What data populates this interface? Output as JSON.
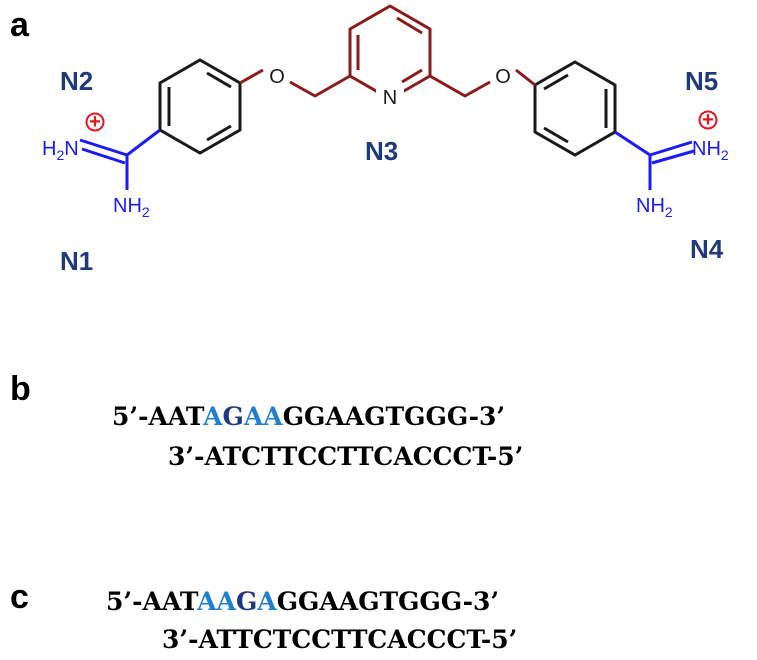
{
  "panels": {
    "a": "a",
    "b": "b",
    "c": "c"
  },
  "molecule": {
    "site_labels": {
      "n1": "N1",
      "n2": "N2",
      "n3": "N3",
      "n4": "N4",
      "n5": "N5"
    },
    "atoms": {
      "oxygen": "O",
      "pyridine_n": "N",
      "n_letter": "N",
      "h_letter": "H",
      "subscript_2": "2",
      "charge_plus": "+"
    },
    "colors": {
      "amidine": "#1a1aff",
      "linker": "#8b1a1a",
      "ring": "#1a1a1a",
      "site_label": "#1f3a7a",
      "charge": "#e8141e"
    }
  },
  "sequences": {
    "b": {
      "top_segments": [
        {
          "text": "5’-AAT",
          "highlight": false
        },
        {
          "text": "A",
          "highlight": true
        },
        {
          "text": "G",
          "highlight": "dark"
        },
        {
          "text": "AA",
          "highlight": true
        },
        {
          "text": "GGAAGTGGG-3’",
          "highlight": false
        }
      ],
      "bottom": "3’-ATCTTCCTTCACCCT-5’"
    },
    "c": {
      "top_segments": [
        {
          "text": "5’-AAT",
          "highlight": false
        },
        {
          "text": "AA",
          "highlight": true
        },
        {
          "text": "G",
          "highlight": "dark"
        },
        {
          "text": "A",
          "highlight": true
        },
        {
          "text": "GGAAGTGGG-3’",
          "highlight": false
        }
      ],
      "bottom": "3’-ATTCTCCTTCACCCT-5’"
    },
    "colors": {
      "highlight": "#1f7fd0",
      "highlight_dark": "#1f3a7a",
      "normal": "#000000"
    }
  }
}
